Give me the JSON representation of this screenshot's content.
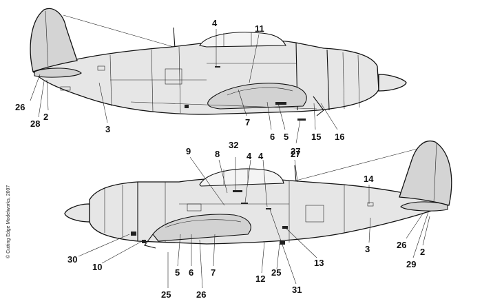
{
  "copyright": "© Cutting Edge Modelworks, 2007",
  "top_view": {
    "callouts": [
      {
        "id": "top-4",
        "label": "4"
      },
      {
        "id": "top-11",
        "label": "11"
      },
      {
        "id": "top-26",
        "label": "26"
      },
      {
        "id": "top-2",
        "label": "2"
      },
      {
        "id": "top-28",
        "label": "28"
      },
      {
        "id": "top-3",
        "label": "3"
      },
      {
        "id": "top-7",
        "label": "7"
      },
      {
        "id": "top-6",
        "label": "6"
      },
      {
        "id": "top-5",
        "label": "5"
      },
      {
        "id": "top-27",
        "label": "27"
      },
      {
        "id": "top-15",
        "label": "15"
      },
      {
        "id": "top-16",
        "label": "16"
      }
    ]
  },
  "bottom_view": {
    "callouts": [
      {
        "id": "bot-9",
        "label": "9"
      },
      {
        "id": "bot-8",
        "label": "8"
      },
      {
        "id": "bot-32",
        "label": "32"
      },
      {
        "id": "bot-4a",
        "label": "4"
      },
      {
        "id": "bot-4b",
        "label": "4"
      },
      {
        "id": "bot-27",
        "label": "27"
      },
      {
        "id": "bot-14",
        "label": "14"
      },
      {
        "id": "bot-30",
        "label": "30"
      },
      {
        "id": "bot-10",
        "label": "10"
      },
      {
        "id": "bot-25a",
        "label": "25"
      },
      {
        "id": "bot-5",
        "label": "5"
      },
      {
        "id": "bot-6",
        "label": "6"
      },
      {
        "id": "bot-26a",
        "label": "26"
      },
      {
        "id": "bot-7",
        "label": "7"
      },
      {
        "id": "bot-12",
        "label": "12"
      },
      {
        "id": "bot-25b",
        "label": "25"
      },
      {
        "id": "bot-31",
        "label": "31"
      },
      {
        "id": "bot-13",
        "label": "13"
      },
      {
        "id": "bot-3",
        "label": "3"
      },
      {
        "id": "bot-26b",
        "label": "26"
      },
      {
        "id": "bot-29",
        "label": "29"
      },
      {
        "id": "bot-2",
        "label": "2"
      }
    ]
  }
}
